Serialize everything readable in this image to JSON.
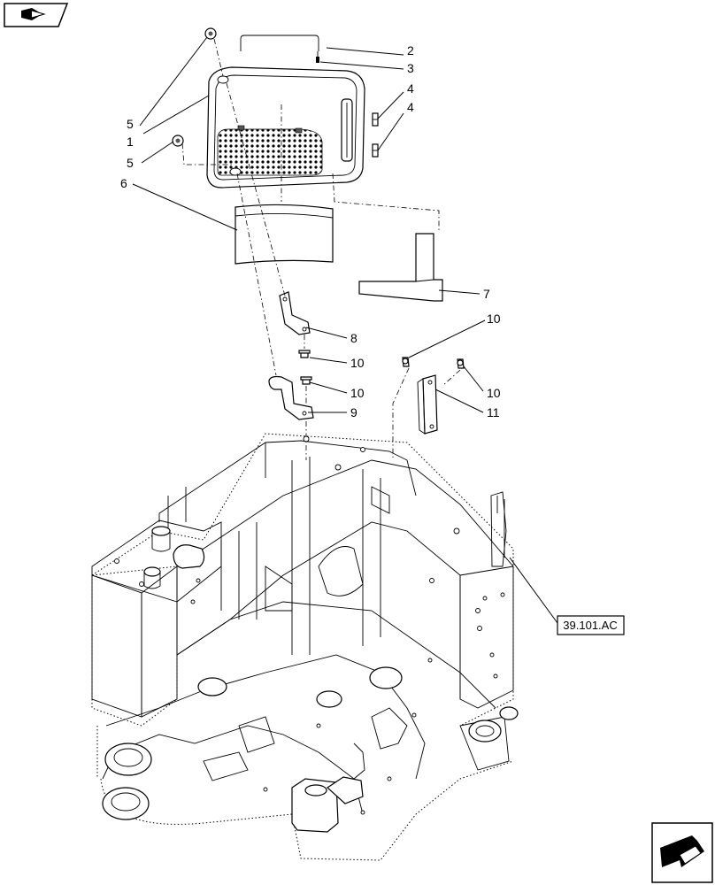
{
  "callouts": {
    "c1": "1",
    "c2": "2",
    "c3": "3",
    "c4a": "4",
    "c4b": "4",
    "c5a": "5",
    "c5b": "5",
    "c6": "6",
    "c7": "7",
    "c8": "8",
    "c9": "9",
    "c10a": "10",
    "c10b": "10",
    "c10c": "10",
    "c10d": "10",
    "c11": "11"
  },
  "reference": "39.101.AC",
  "icons": {
    "top_left": "folder-arrow-icon",
    "bottom_right": "next-page-arrow-icon"
  }
}
